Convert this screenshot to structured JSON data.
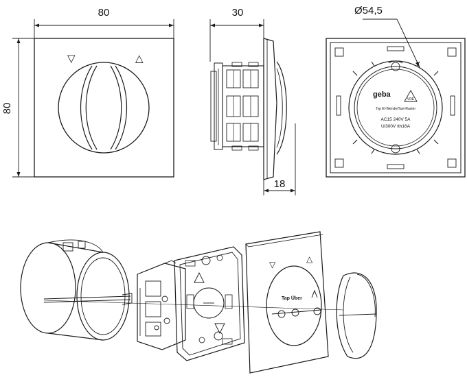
{
  "dimensions": {
    "front_width": "80",
    "front_height": "80",
    "side_depth": "30",
    "side_front_depth": "18",
    "insert_diameter": "Ø54,5"
  },
  "insert_label": {
    "brand": "geba",
    "type_line": "Typ  El-Wende/Tast-Raster",
    "rating_line": "AC15  240V  5A",
    "insulation_line": "Ui300V  Ith16A",
    "cert_mark": "VDE"
  },
  "exploded_view": {
    "plate_label": "Tap Über"
  },
  "symbols": {
    "down_arrow": "▽",
    "up_arrow": "△"
  },
  "colors": {
    "line": "#1a1a1a",
    "background": "#ffffff"
  }
}
